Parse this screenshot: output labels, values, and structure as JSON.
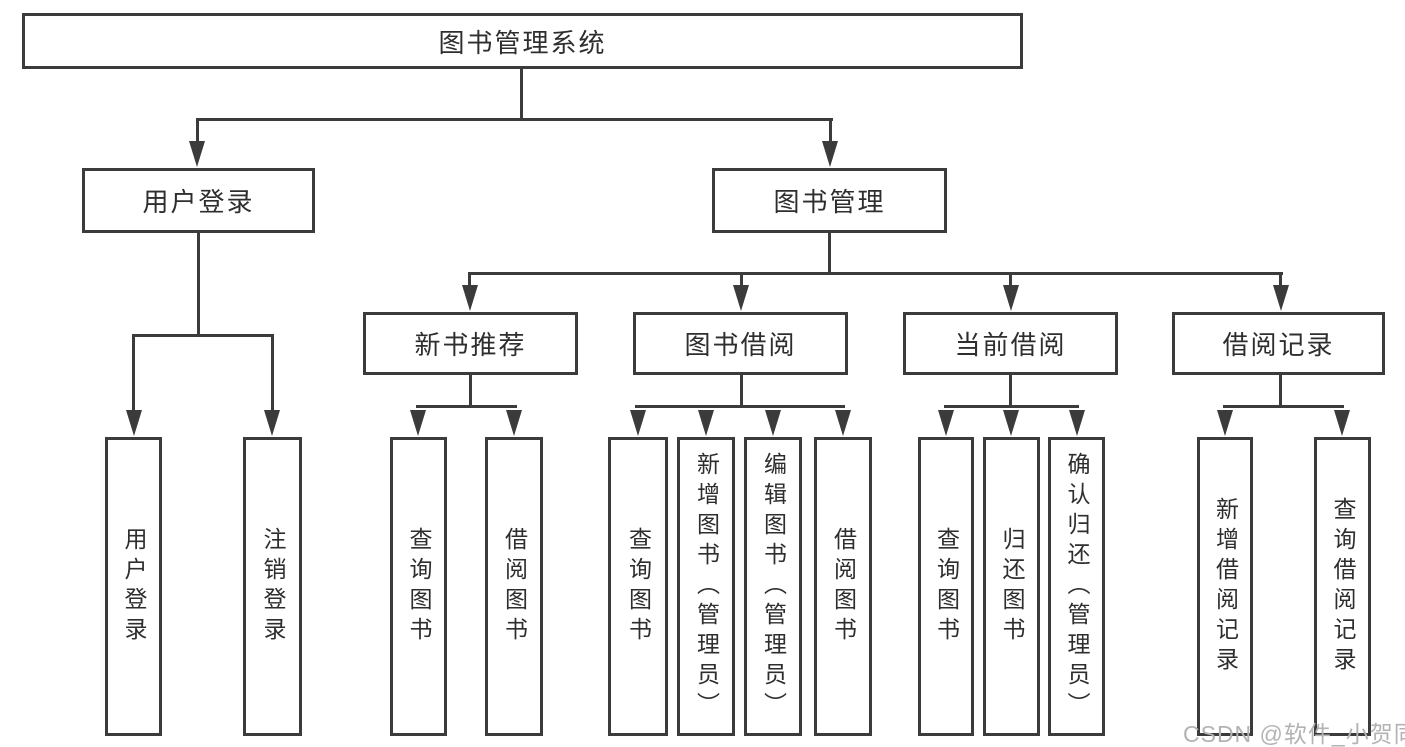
{
  "tree": {
    "root": "图书管理系统",
    "level2": [
      {
        "label": "用户登录",
        "leaves": [
          "用户登录",
          "注销登录"
        ]
      },
      {
        "label": "图书管理",
        "sections": [
          {
            "label": "新书推荐",
            "leaves": [
              "查询图书",
              "借阅图书"
            ]
          },
          {
            "label": "图书借阅",
            "leaves": [
              "查询图书",
              "新增图书（管理员）",
              "编辑图书（管理员）",
              "借阅图书"
            ]
          },
          {
            "label": "当前借阅",
            "leaves": [
              "查询图书",
              "归还图书",
              "确认归还（管理员）"
            ]
          },
          {
            "label": "借阅记录",
            "leaves": [
              "新增借阅记录",
              "查询借阅记录"
            ]
          }
        ]
      }
    ]
  },
  "watermark": "CSDN @软件_小贺同学",
  "colors": {
    "line": "#3b3b3b",
    "text": "#2e2e2e",
    "watermark": "#b3b3b3",
    "background": "#ffffff"
  }
}
